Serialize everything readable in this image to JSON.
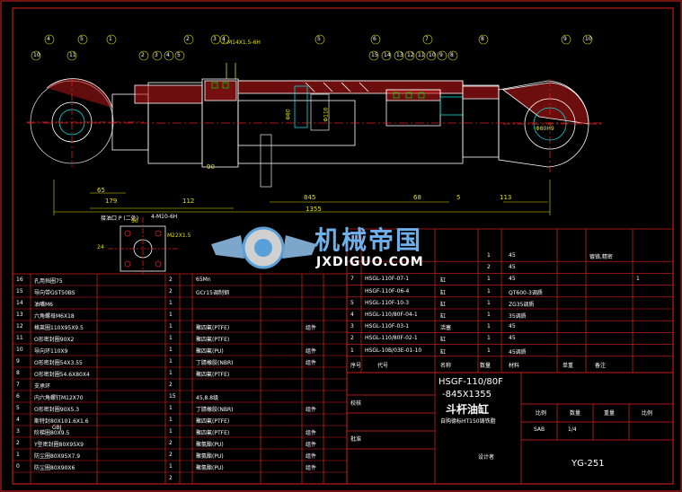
{
  "drawing": {
    "title_lines": [
      "HSGF-110/80F",
      "-845X1355",
      "斗杆油缸"
    ],
    "subtitle": "自购德标HT150铸铁脂",
    "drawing_number": "YG-251",
    "scale_header": [
      "比例",
      "数量",
      "重量",
      "比例"
    ],
    "scale_values": [
      "SAB",
      "1/4"
    ],
    "maker": "设计者",
    "label_check": "校核",
    "label_approve": "批准"
  },
  "dimensions": {
    "total_length": "1355",
    "stroke": "845",
    "d65": "65",
    "d179": "179",
    "d112": "112",
    "d68": "68",
    "d5": "5",
    "d113": "113",
    "d90": "90",
    "thread": "2-M14X1.5-6H",
    "bore": "Φ110",
    "rod": "Φ80",
    "pin": "Φ80H9",
    "port_label": "4-M10-6H",
    "port_detail": "接油口 P (二处)",
    "port_thread": "M22X1.5",
    "port_dim": "50",
    "port_dim2": "24"
  },
  "balloons_top": [
    "4",
    "5",
    "1",
    "2",
    "3",
    "4",
    "5",
    "6",
    "7",
    "8",
    "9",
    "10"
  ],
  "balloons_upper_left": [
    "10",
    "11",
    "2",
    "3",
    "4",
    "5"
  ],
  "balloons_upper_right": [
    "15",
    "14",
    "13",
    "12",
    "11",
    "10",
    "9",
    "8"
  ],
  "watermark": {
    "cn": "机械帝国",
    "en": "JXDIGUO.COM"
  },
  "left_table": [
    {
      "no": "16",
      "name": "孔用挡圈75",
      "qty": "2",
      "mat": "65Mn",
      "std": ""
    },
    {
      "no": "15",
      "name": "导向带GST50BS",
      "qty": "2",
      "mat": "GCr15调制钢",
      "std": ""
    },
    {
      "no": "14",
      "name": "油嘴M6",
      "qty": "1",
      "mat": "",
      "std": ""
    },
    {
      "no": "13",
      "name": "六角螺母M6X18",
      "qty": "1",
      "mat": "",
      "std": ""
    },
    {
      "no": "12",
      "name": "格莱圈110X95X9.5",
      "qty": "1",
      "mat": "聚四氟(PTFE)",
      "std": "组件"
    },
    {
      "no": "11",
      "name": "O形密封圈90X2",
      "qty": "1",
      "mat": "聚四氟(PTFE)",
      "std": ""
    },
    {
      "no": "10",
      "name": "导向环110X9",
      "qty": "1",
      "mat": "聚四氟(PU)",
      "std": "组件"
    },
    {
      "no": "9",
      "name": "O形密封圈54X3.55",
      "qty": "1",
      "mat": "丁腈橡胶(NBR)",
      "std": "组件"
    },
    {
      "no": "8",
      "name": "O形密封圈54.6X80X4",
      "qty": "1",
      "mat": "聚四氟(PTFE)",
      "std": ""
    },
    {
      "no": "7",
      "name": "支承环",
      "qty": "2",
      "mat": "",
      "std": ""
    },
    {
      "no": "6",
      "name": "内六角螺钉M12X70",
      "qty": "15",
      "mat": "45,8.8级",
      "std": ""
    },
    {
      "no": "5",
      "name": "O形密封圈90X5.3",
      "qty": "1",
      "mat": "丁腈橡胶(NBR)",
      "std": "组件"
    },
    {
      "no": "4",
      "name": "斯特封80X101.6X1.6",
      "qty": "1",
      "mat": "聚四氟(PTFE)",
      "std": ""
    },
    {
      "no": "3",
      "name": "阶梯圈80X9.5",
      "qty": "1",
      "mat": "聚四氟(PTFE)",
      "std": "组件"
    },
    {
      "no": "2",
      "name": "Y型密封圈80X95X9",
      "qty": "2",
      "mat": "聚氨酯(PU)",
      "std": "组件"
    },
    {
      "no": "1",
      "name": "防尘圈80X95X7.9",
      "qty": "2",
      "mat": "聚氨酯(PU)",
      "std": "组件"
    },
    {
      "no": "0",
      "name": "防尘圈80X90X6",
      "qty": "1",
      "mat": "聚氨酯(PU)",
      "std": "组件"
    },
    {
      "no": "",
      "name": "",
      "qty": "2",
      "mat": "",
      "std": ""
    }
  ],
  "left_table_side_note": "GBJ",
  "right_table": [
    {
      "no": "7",
      "code": "HSGL-110F-07-1",
      "name": "缸",
      "qty": "1",
      "mat": "45",
      "note": "",
      "side": "1"
    },
    {
      "no": "",
      "code": "HSGF-110F-06-4",
      "name": "缸",
      "qty": "1",
      "mat": "QT600-3调质",
      "note": "",
      "side": ""
    },
    {
      "no": "5",
      "code": "HSGL-110F-10-3",
      "name": "缸",
      "qty": "1",
      "mat": "ZG35调质",
      "note": "",
      "side": ""
    },
    {
      "no": "4",
      "code": "HSGL-110/80F-04-1",
      "name": "缸",
      "qty": "1",
      "mat": "35调质",
      "note": "",
      "side": ""
    },
    {
      "no": "3",
      "code": "HSGL-110F-03-1",
      "name": "活塞",
      "qty": "1",
      "mat": "45",
      "note": "",
      "side": ""
    },
    {
      "no": "2",
      "code": "HSGL-110/80F-02-1",
      "name": "缸",
      "qty": "1",
      "mat": "45",
      "note": "",
      "side": ""
    },
    {
      "no": "1",
      "code": "HSGL-10B/03E-01-10",
      "name": "缸",
      "qty": "1",
      "mat": "45调质",
      "note": "",
      "side": ""
    }
  ],
  "right_table_top": [
    {
      "no": "",
      "code": "",
      "name": "",
      "qty": "1",
      "mat": "45",
      "note": "镀铬,精密",
      "side": ""
    },
    {
      "no": "",
      "code": "",
      "name": "",
      "qty": "2",
      "mat": "45",
      "note": "",
      "side": ""
    }
  ],
  "right_table_header": [
    "序号",
    "代号",
    "名称",
    "数量",
    "材料",
    "单重",
    "备注"
  ]
}
